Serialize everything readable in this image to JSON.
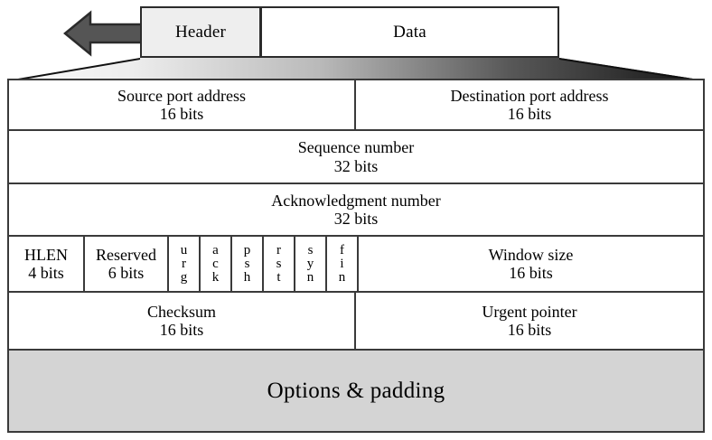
{
  "diagram": {
    "title": "TCP segment header format",
    "colors": {
      "arrow_fill": "#555555",
      "arrow_stroke": "#2b2b2b",
      "header_box_fill": "#eeeeee",
      "options_fill": "#d4d4d4",
      "border": "#3a3a3a",
      "gradient_light": "#f2f2f2",
      "gradient_dark": "#1a1a1a"
    }
  },
  "segment": {
    "arrow_icon": "left-arrow-icon",
    "header_label": "Header",
    "data_label": "Data"
  },
  "header_fields": {
    "rows": [
      {
        "id": "ports",
        "cells": [
          {
            "name": "Source port address",
            "bits": "16 bits"
          },
          {
            "name": "Destination port address",
            "bits": "16 bits"
          }
        ]
      },
      {
        "id": "sequence",
        "cells": [
          {
            "name": "Sequence number",
            "bits": "32 bits"
          }
        ]
      },
      {
        "id": "acknowledgment",
        "cells": [
          {
            "name": "Acknowledgment number",
            "bits": "32 bits"
          }
        ]
      },
      {
        "id": "flags",
        "cells": [
          {
            "name": "HLEN",
            "bits": "4 bits"
          },
          {
            "name": "Reserved",
            "bits": "6 bits"
          },
          {
            "name": "Window size",
            "bits": "16 bits"
          }
        ],
        "flags": [
          {
            "label": "urg",
            "letters": [
              "u",
              "r",
              "g"
            ]
          },
          {
            "label": "ack",
            "letters": [
              "a",
              "c",
              "k"
            ]
          },
          {
            "label": "psh",
            "letters": [
              "p",
              "s",
              "h"
            ]
          },
          {
            "label": "rst",
            "letters": [
              "r",
              "s",
              "t"
            ]
          },
          {
            "label": "syn",
            "letters": [
              "s",
              "y",
              "n"
            ]
          },
          {
            "label": "fin",
            "letters": [
              "f",
              "i",
              "n"
            ]
          }
        ]
      },
      {
        "id": "checksum",
        "cells": [
          {
            "name": "Checksum",
            "bits": "16 bits"
          },
          {
            "name": "Urgent pointer",
            "bits": "16 bits"
          }
        ]
      },
      {
        "id": "options",
        "cells": [
          {
            "name": "Options & padding",
            "bits": ""
          }
        ]
      }
    ]
  }
}
